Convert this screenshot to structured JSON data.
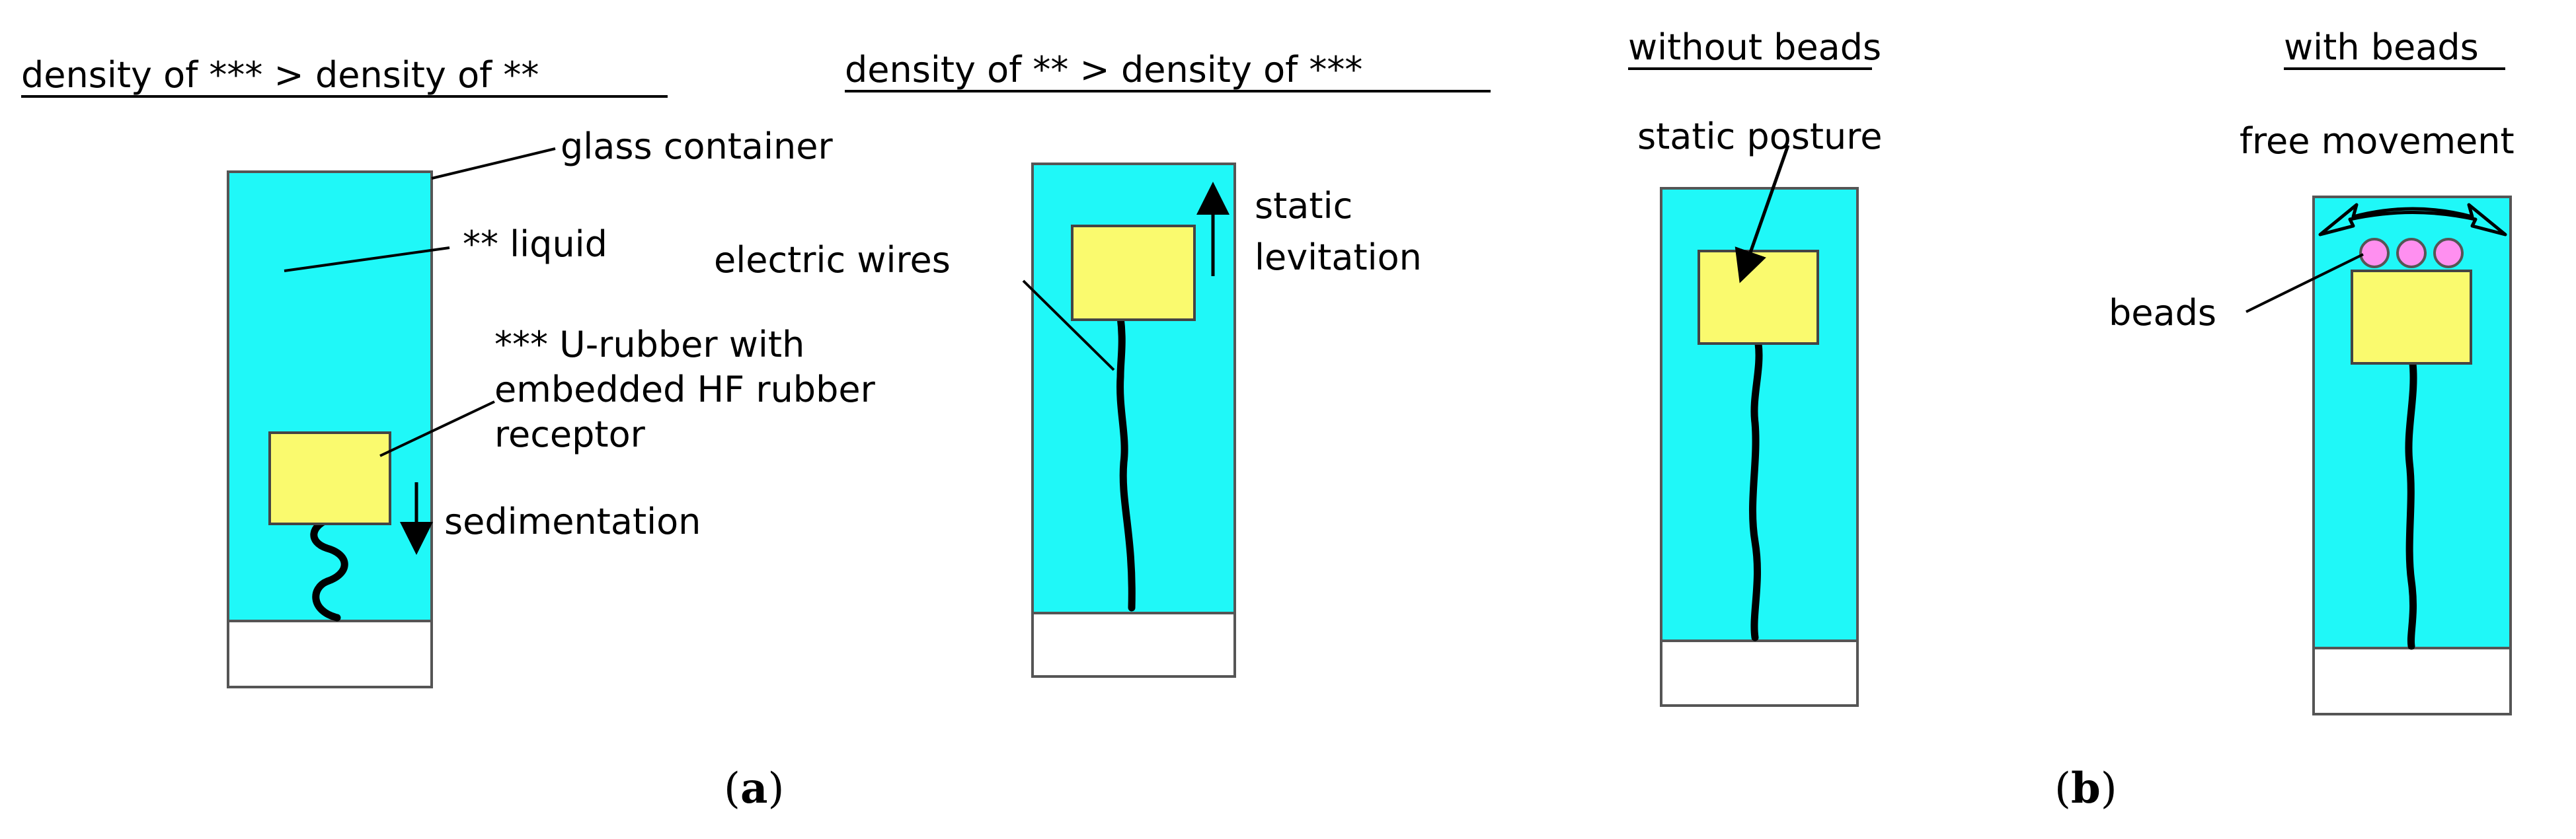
{
  "panel_a": {
    "left_title": "density of *** > density of **",
    "right_title": "density of ** > density of ***",
    "glass_container": "glass container",
    "liquid": "** liquid",
    "receptor_line1": "*** U-rubber with",
    "receptor_line2": "embedded HF rubber",
    "receptor_line3": "receptor",
    "sedimentation": "sedimentation",
    "electric_wires": "electric wires",
    "levitation_line1": "static",
    "levitation_line2": "levitation",
    "caption_open": "(",
    "caption_letter": "a",
    "caption_close": ")"
  },
  "panel_b": {
    "left_title": "without beads",
    "right_title": "with beads",
    "static_posture": "static posture",
    "free_movement": "free movement",
    "beads": "beads",
    "caption_open": "(",
    "caption_letter": "b",
    "caption_close": ")"
  },
  "colors": {
    "liquid": "#1ff8f8",
    "receptor": "#fafa6e",
    "beads": "#ff8ff0",
    "base": "#ffffff"
  }
}
